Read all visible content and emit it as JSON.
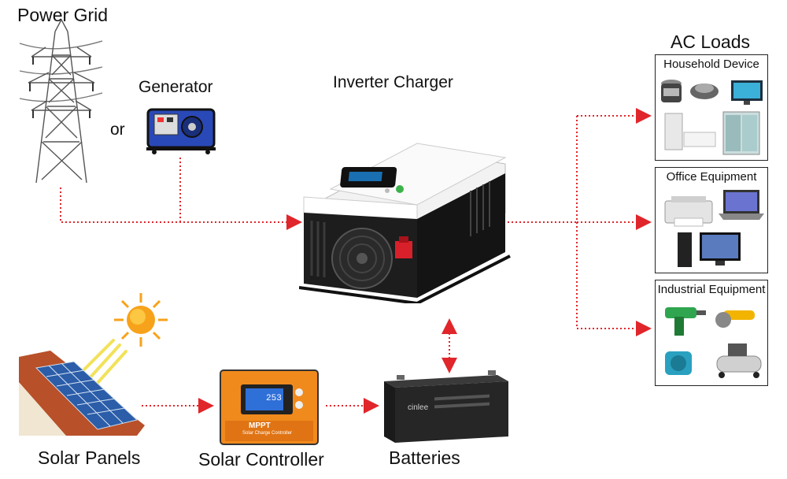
{
  "labels": {
    "power_grid": "Power Grid",
    "or": "or",
    "generator": "Generator",
    "inverter_charger": "Inverter Charger",
    "ac_loads": "AC Loads",
    "solar_panels": "Solar Panels",
    "solar_controller": "Solar Controller",
    "batteries": "Batteries"
  },
  "load_boxes": [
    {
      "title": "Household Device"
    },
    {
      "title": "Office Equipment"
    },
    {
      "title": "Industrial Equipment"
    }
  ],
  "device_text": {
    "controller_brand": "MPPT",
    "controller_sub": "Solar Charge Controller",
    "controller_display": "253",
    "battery_brand": "cinlee"
  },
  "colors": {
    "connector": "#e0262b",
    "inverter_body": "#1b1b1b",
    "inverter_top": "#f4f4f4",
    "controller_orange": "#f08a1c",
    "solar_cell": "#2b5da8",
    "sun": "#f7a21b"
  }
}
